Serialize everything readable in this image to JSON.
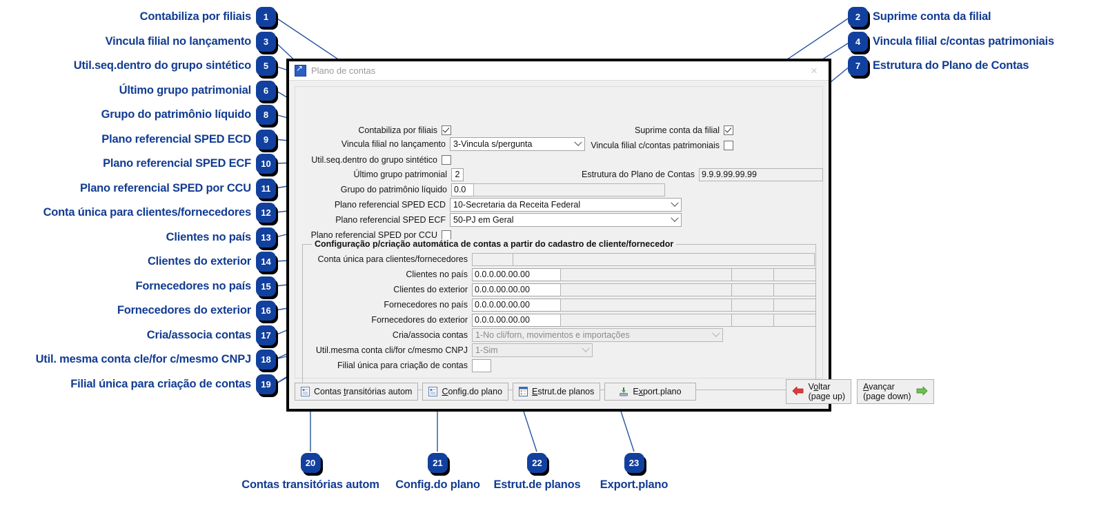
{
  "window": {
    "title": "Plano de contas",
    "icon": "app-arrow-icon",
    "close_label": "×"
  },
  "form": {
    "contabiliza_por_filiais": {
      "label": "Contabiliza por filiais",
      "checked": true
    },
    "suprime_conta_da_filial": {
      "label": "Suprime conta da filial",
      "checked": true
    },
    "vincula_filial_no_lancamento": {
      "label": "Vincula filial no lançamento",
      "value": "3-Vincula s/pergunta"
    },
    "vincula_filial_contas_patrimoniais": {
      "label": "Vincula filial c/contas patrimoniais",
      "checked": false
    },
    "util_seq_dentro_do_grupo_sintetico": {
      "label": "Util.seq.dentro do grupo sintético",
      "checked": false
    },
    "ultimo_grupo_patrimonial": {
      "label": "Último grupo patrimonial",
      "value": "2"
    },
    "estrutura_do_plano_de_contas": {
      "label": "Estrutura do Plano de Contas",
      "value": "9.9.9.99.99.99"
    },
    "grupo_do_patrimonio_liquido": {
      "label": "Grupo do patrimônio líquido",
      "value": "0.0",
      "desc": ""
    },
    "plano_referencial_sped_ecd": {
      "label": "Plano referencial SPED ECD",
      "value": "10-Secretaria da Receita Federal"
    },
    "plano_referencial_sped_ecf": {
      "label": "Plano referencial SPED ECF",
      "value": "50-PJ em Geral"
    },
    "plano_referencial_sped_por_ccu": {
      "label": "Plano referencial SPED por CCU",
      "checked": false
    }
  },
  "groupbox": {
    "title": "Configuração p/criação automática de contas a partir do cadastro de cliente/fornecedor",
    "conta_unica": {
      "label": "Conta única para clientes/fornecedores",
      "value": "",
      "desc": ""
    },
    "clientes_no_pais": {
      "label": "Clientes no país",
      "value": "0.0.0.00.00.00",
      "desc": ""
    },
    "clientes_do_exterior": {
      "label": "Clientes do exterior",
      "value": "0.0.0.00.00.00",
      "desc": ""
    },
    "fornecedores_no_pais": {
      "label": "Fornecedores no país",
      "value": "0.0.0.00.00.00",
      "desc": ""
    },
    "fornecedores_do_exterior": {
      "label": "Fornecedores do exterior",
      "value": "0.0.0.00.00.00",
      "desc": ""
    },
    "cria_associa_contas": {
      "label": "Cria/associa contas",
      "value": "1-No cli/forn, movimentos e importações"
    },
    "util_mesma_conta": {
      "label": "Util.mesma conta cli/for c/mesmo CNPJ",
      "value": "1-Sim"
    },
    "filial_unica": {
      "label": "Filial única para criação de contas",
      "value": ""
    }
  },
  "buttons": {
    "contas_transitorias": {
      "label_pre": "Contas ",
      "label_accel": "t",
      "label_post": "ransitórias autom",
      "icon": "document-list-icon"
    },
    "config_do_plano": {
      "label_pre": "",
      "label_accel": "C",
      "label_post": "onfig.do plano",
      "icon": "document-list-icon"
    },
    "estrut_de_planos": {
      "label_pre": "",
      "label_accel": "E",
      "label_post": "strut.de planos",
      "icon": "grid-window-icon"
    },
    "export_plano": {
      "label_pre": "E",
      "label_accel": "x",
      "label_post": "port.plano",
      "icon": "export-disk-icon"
    },
    "voltar": {
      "line1_pre": "V",
      "line1_accel": "o",
      "line1_post": "ltar",
      "line2": "(page up)",
      "icon": "arrow-left-red-icon"
    },
    "avancar": {
      "line1_pre": "",
      "line1_accel": "A",
      "line1_post": "vançar",
      "line2": "(page down)",
      "icon": "arrow-right-green-icon"
    }
  },
  "annotations": {
    "left": [
      {
        "n": "1",
        "label": "Contabiliza por filiais"
      },
      {
        "n": "3",
        "label": "Vincula filial no lançamento"
      },
      {
        "n": "5",
        "label": "Util.seq.dentro do grupo sintético"
      },
      {
        "n": "6",
        "label": "Último grupo patrimonial"
      },
      {
        "n": "8",
        "label": "Grupo do patrimônio líquido"
      },
      {
        "n": "9",
        "label": "Plano referencial SPED ECD"
      },
      {
        "n": "10",
        "label": "Plano referencial SPED ECF"
      },
      {
        "n": "11",
        "label": "Plano referencial SPED por CCU"
      },
      {
        "n": "12",
        "label": "Conta única para clientes/fornecedores"
      },
      {
        "n": "13",
        "label": "Clientes no país"
      },
      {
        "n": "14",
        "label": "Clientes do exterior"
      },
      {
        "n": "15",
        "label": "Fornecedores no país"
      },
      {
        "n": "16",
        "label": "Fornecedores do exterior"
      },
      {
        "n": "17",
        "label": "Cria/associa contas"
      },
      {
        "n": "18",
        "label": "Util. mesma conta cle/for c/mesmo CNPJ"
      },
      {
        "n": "19",
        "label": "Filial única para criação de contas"
      }
    ],
    "right": [
      {
        "n": "2",
        "label": "Suprime conta da filial"
      },
      {
        "n": "4",
        "label": "Vincula filial c/contas patrimoniais"
      },
      {
        "n": "7",
        "label": "Estrutura do Plano de Contas"
      }
    ],
    "bottom": [
      {
        "n": "20",
        "label": "Contas transitórias autom"
      },
      {
        "n": "21",
        "label": "Config.do plano"
      },
      {
        "n": "22",
        "label": "Estrut.de planos"
      },
      {
        "n": "23",
        "label": "Export.plano"
      }
    ]
  },
  "colors": {
    "accent": "#11409e",
    "label_text": "#123c92",
    "dialog_bg": "#f0f0f0",
    "leader_line": "#26519e"
  }
}
